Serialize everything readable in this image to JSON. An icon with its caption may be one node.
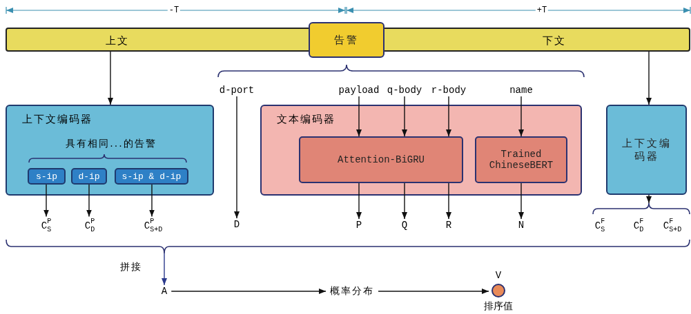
{
  "diagram": {
    "nodes": [
      {
        "text": [
          "上文",
          "下文"
        ]
      },
      {
        "text": [
          "告警"
        ]
      },
      {
        "text": [
          "上下文编码器",
          "具有相同...的告警"
        ]
      },
      {
        "text": [
          "s-ip"
        ],
        "in": 2
      },
      {
        "text": [
          "d-ip"
        ],
        "in": 2
      },
      {
        "text": [
          "s-ip & d-ip"
        ],
        "in": 2
      },
      {
        "text": [
          "C$^{P}$$_{S}$"
        ]
      },
      {
        "text": [
          "C$^{P}$$_{D}$"
        ]
      },
      {
        "text": [
          "C$^{P}$$_{S+D}$"
        ]
      },
      {
        "text": [
          "d-port"
        ]
      },
      {
        "text": [
          "D"
        ]
      },
      {
        "text": [
          "文本编码器"
        ]
      },
      {
        "text": [
          "Attention-BiGRU"
        ],
        "in": 11
      },
      {
        "text": [
          "Trained ChineseBERT"
        ],
        "in": 11
      },
      {
        "text": [
          "payload"
        ]
      },
      {
        "text": [
          "q-body"
        ]
      },
      {
        "text": [
          "r-body"
        ]
      },
      {
        "text": [
          "name"
        ]
      },
      {
        "text": [
          "P"
        ]
      },
      {
        "text": [
          "Q"
        ]
      },
      {
        "text": [
          "R"
        ]
      },
      {
        "text": [
          "N"
        ]
      },
      {
        "text": [
          "上下文编码器"
        ]
      },
      {
        "text": [
          "C$^{F}$$_{S}$"
        ]
      },
      {
        "text": [
          "C$^{F}$$_{D}$"
        ]
      },
      {
        "text": [
          "C$^{F}$$_{S+D}$"
        ]
      },
      {
        "text": [
          "A"
        ]
      },
      {
        "text": [
          "概率分布"
        ]
      },
      {
        "text": [],
        "shape": "circle",
        "beside": [
          "V",
          "排序值"
        ]
      },
      {
        "text": [],
        "shape": "brace"
      },
      {
        "text": [],
        "shape": "brace"
      }
    ],
    "edges": [
      {
        "from": 0,
        "to": 2,
        "arrow": "to"
      },
      {
        "from": 0,
        "to": 22,
        "arrow": "to"
      },
      {
        "from": 3,
        "to": 6,
        "arrow": "to"
      },
      {
        "from": 4,
        "to": 7,
        "arrow": "to"
      },
      {
        "from": 5,
        "to": 8,
        "arrow": "to"
      },
      {
        "from": 9,
        "to": 10,
        "arrow": "to"
      },
      {
        "from": 14,
        "to": 12,
        "arrow": "to"
      },
      {
        "from": 15,
        "to": 12,
        "arrow": "to"
      },
      {
        "from": 16,
        "to": 12,
        "arrow": "to"
      },
      {
        "from": 17,
        "to": 13,
        "arrow": "to"
      },
      {
        "from": 12,
        "to": 18,
        "arrow": "to"
      },
      {
        "from": 12,
        "to": 19,
        "arrow": "to"
      },
      {
        "from": 12,
        "to": 20,
        "arrow": "to"
      },
      {
        "from": 13,
        "to": 21,
        "arrow": "to"
      },
      {
        "from": 22,
        "to": 29,
        "arrow": "to"
      },
      {
        "from": 30,
        "to": 26,
        "arrow": "to",
        "label": "拼接",
        "color": "#2b3a8c"
      },
      {
        "from": 26,
        "to": 27,
        "arrow": "to"
      },
      {
        "from": 27,
        "to": 28,
        "arrow": "to"
      }
    ],
    "labels": [
      "-T",
      "+T"
    ]
  }
}
